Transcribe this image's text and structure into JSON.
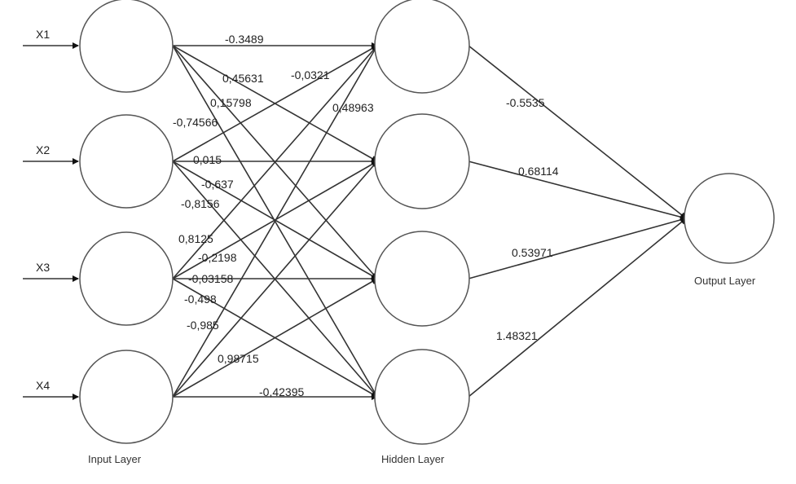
{
  "inputs": [
    "X1",
    "X2",
    "X3",
    "X4"
  ],
  "layers": {
    "input": "Input Layer",
    "hidden": "Hidden Layer",
    "output": "Output Layer"
  },
  "input_hidden_weights": [
    "-0.3489",
    "0,45631",
    "-0,0321",
    "0,15798",
    "0,48963",
    "-0,74566",
    "0,015",
    "-0,637",
    "-0,8156",
    "0,8125",
    "-0,2198",
    "-0,03158",
    "-0,498",
    "-0,985",
    "0,98715",
    "-0,42395"
  ],
  "hidden_output_weights": [
    "-0.5535",
    "0.68114",
    "0.53971",
    "1.48321"
  ]
}
